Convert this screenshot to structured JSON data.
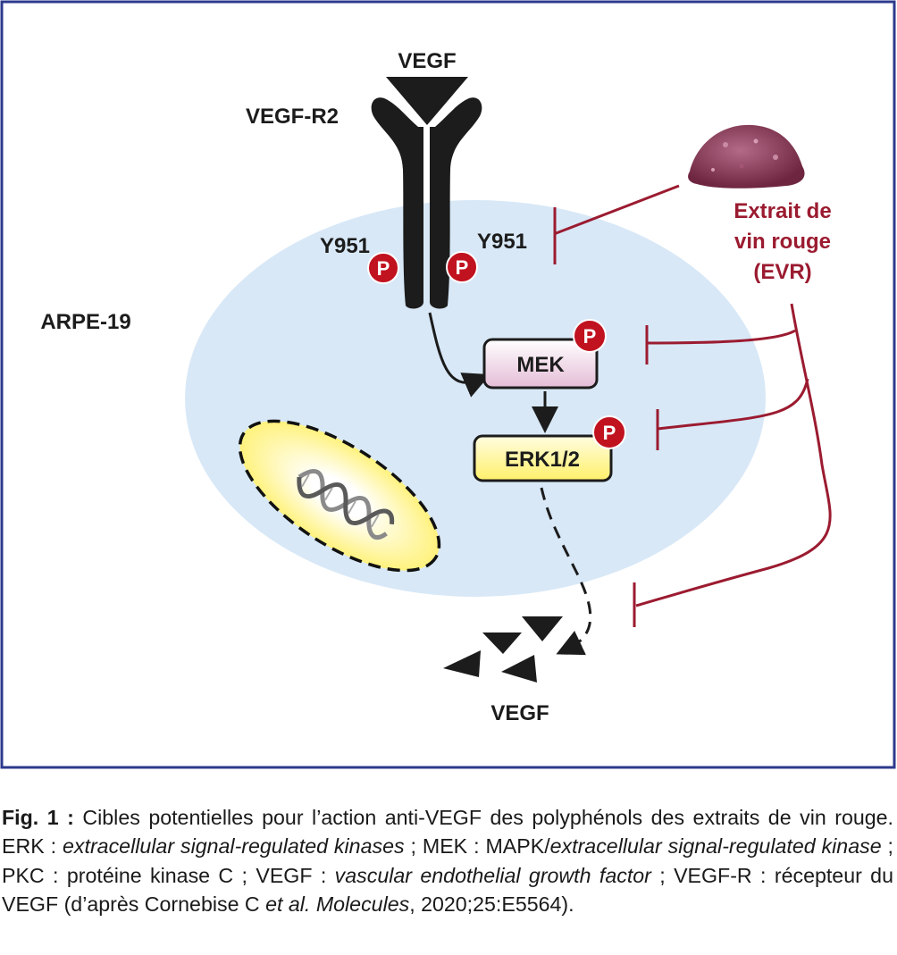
{
  "colors": {
    "frame": "#2c3a8c",
    "cell": "#d8e8f7",
    "receptor": "#1c1c1c",
    "inhibitor": "#9b1b30",
    "phospho": "#c1121f",
    "mek_fill": "#ecd0e3",
    "erk_fill": "#fff59a",
    "nucleus_fill": "#fff6a8"
  },
  "labels": {
    "vegf_top": "VEGF",
    "receptor": "VEGF-R2",
    "y951_left": "Y951",
    "y951_right": "Y951",
    "cell_line": "ARPE-19",
    "mek": "MEK",
    "erk": "ERK1/2",
    "phospho": "P",
    "vegf_bottom": "VEGF",
    "evr_line1": "Extrait de",
    "evr_line2": "vin rouge",
    "evr_line3": "(EVR)"
  },
  "icons": {
    "powder": "red-wine-extract-powder-icon",
    "dna": "dna-helix-icon"
  },
  "caption": {
    "fig_label": "Fig. 1 :",
    "t1": " Cibles potentielles pour l’action anti-VEGF des polyphénols des extraits de vin rouge. ERK : ",
    "i1": "extracellular signal-regulated kinases",
    "t2": " ; MEK : MAPK/",
    "i2": "extracellular signal-regulated kinase",
    "t3": " ; PKC : protéine kinase C ; VEGF : ",
    "i3": "vascular endothelial growth factor",
    "t4": " ; VEGF-R : récepteur du VEGF (d’après Cornebise C ",
    "i4": "et al. Molecules",
    "t5": ", 2020;25:E5564)."
  }
}
